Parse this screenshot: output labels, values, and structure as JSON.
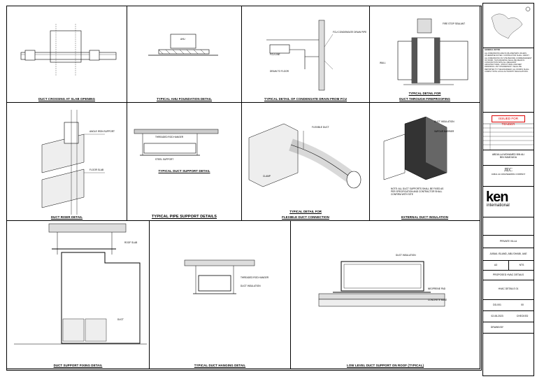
{
  "sheet": {
    "details": [
      {
        "title": "DUCT CROSSING AT SLAB OPENING"
      },
      {
        "title": "TYPICAL AHU FOUNDATION DETAIL"
      },
      {
        "title": "TYPICAL DETAIL OF CONDENSATE DRAIN FROM FCU"
      },
      {
        "title_line1": "TYPICAL DETAIL FOR",
        "title_line2": "DUCT THROUGH FIREPROOFING"
      },
      {
        "title": "DUCT RISER DETAIL"
      },
      {
        "title": "TYPICAL DUCT SUPPORT DETAIL"
      },
      {
        "title": "TYPICAL PIPE SUPPORT DETAILS"
      },
      {
        "title_line1": "TYPICAL DETAIL FOR",
        "title_line2": "FLEXIBLE DUCT CONNECTION"
      },
      {
        "title": "EXTERNAL DUCT INSULATION"
      },
      {
        "title": "DUCT SUPPORT FIXING DETAIL"
      },
      {
        "title": "TYPICAL DUCT HANGING DETAIL"
      },
      {
        "title": "LOW LEVEL DUCT SUPPORT ON ROOF (TYPICAL)"
      }
    ],
    "labels": {
      "ahu": "AHU",
      "slab": "SLAB",
      "flex": "FLEXIBLE DUCT",
      "fcu": "FCU CONDENSATE DRAIN PIPE",
      "drain": "DRAIN TO FLOOR",
      "fcl": "FCU LINE",
      "angle": "ANGLE IRON SUPPORT",
      "hanger": "THREADED ROD HANGER",
      "insul": "DUCT INSULATION",
      "vapour": "VAPOUR BARRIER",
      "wall": "WALL",
      "floor": "FLOOR SLAB",
      "roof": "ROOF SLAB",
      "steel": "STEEL SUPPORT",
      "duct": "DUCT",
      "clamp": "CLAMP",
      "firestop": "FIRE STOP SEALANT",
      "note": "NOTE: ALL DUCT SUPPORTS SHALL BE FIXED AS PER SPECIFICATION AND CONTRACTOR SHALL CONFIRM WITH SITE",
      "neo": "NEOPRENE PAD",
      "base": "CONCRETE BASE"
    }
  },
  "titleblock": {
    "notes_heading": "GENERAL NOTES",
    "notes": "ALL DIMENSIONS ARE IN MILLIMETERS UNLESS OTHERWISE NOTED. CONTRACTOR SHALL VERIFY ALL DIMENSIONS ON SITE BEFORE COMMENCEMENT OF WORK. THIS DRAWING SHALL BE READ IN CONJUNCTION WITH ALL RELEVANT ARCHITECTURAL, STRUCTURAL AND MEP DRAWINGS. ANY DISCREPANCY SHALL BE REPORTED TO THE ENGINEER. ALL WORKS SHALL COMPLY WITH LOCAL AUTHORITY REGULATIONS.",
    "tender": "ISSUED FOR TENDER",
    "client": "ABDULLA MOHAMED BIN ALI",
    "client2": "BIN HAMOUDA",
    "company": "JAMAL ALI ENGINEERING COMPANY",
    "jec": "JEC",
    "logo_ken": "ken",
    "logo_sub": "international",
    "project": "PRIVATE VILLA",
    "location": "JUBAIL ISLAND, ABU DHABI, UAE",
    "stage_a": "A3",
    "stage_b": "NTS",
    "drawing": "PROPOSED HVAC DETAILS",
    "drawing2": "HVAC DETAILS 01",
    "meta": [
      {
        "k": "DD-001",
        "v": "00"
      },
      {
        "k": "02-08-2023",
        "v": "CHECKED"
      },
      {
        "k": "DRAWN BY"
      }
    ]
  }
}
